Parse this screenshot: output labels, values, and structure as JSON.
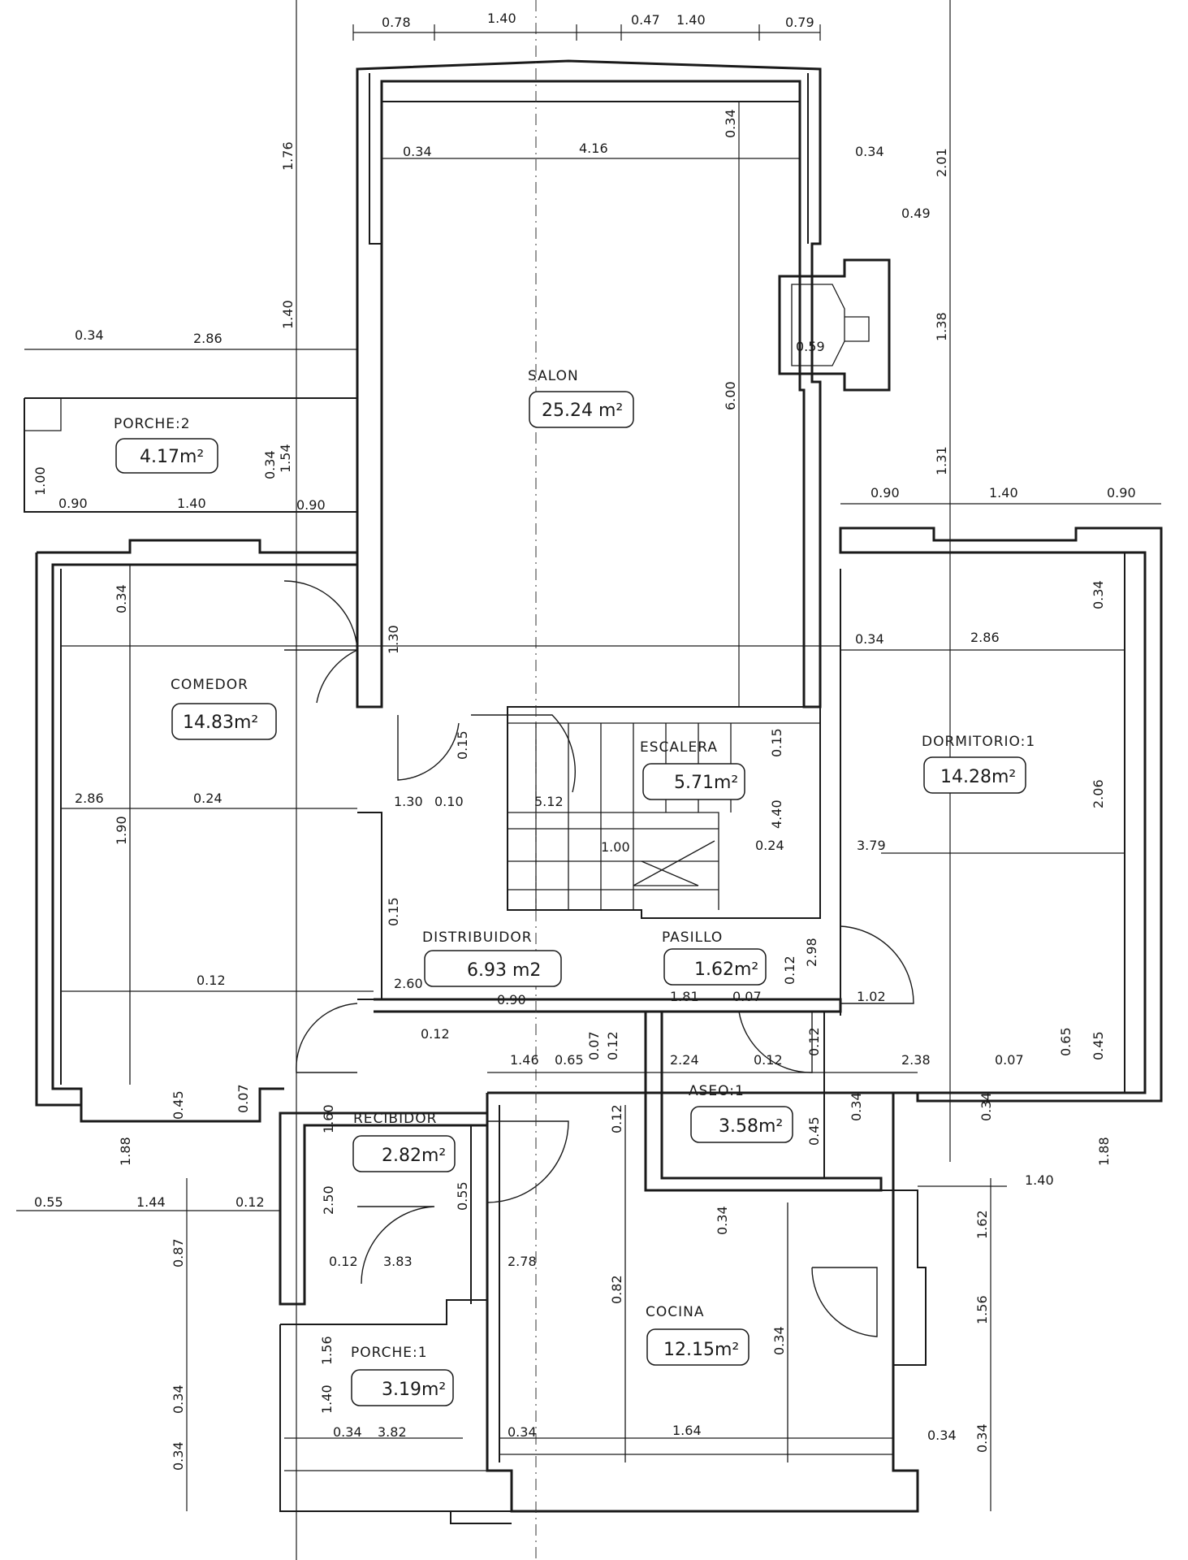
{
  "rooms": [
    {
      "name": "SALON",
      "area": "25.24 m²"
    },
    {
      "name": "PORCHE:2",
      "area": "4.17m²"
    },
    {
      "name": "COMEDOR",
      "area": "14.83m²"
    },
    {
      "name": "ESCALERA",
      "area": "5.71m²"
    },
    {
      "name": "DORMITORIO:1",
      "area": "14.28m²"
    },
    {
      "name": "DISTRIBUIDOR",
      "area": "6.93 m2"
    },
    {
      "name": "PASILLO",
      "area": "1.62m²"
    },
    {
      "name": "ASEO:1",
      "area": "3.58m²"
    },
    {
      "name": "RECIBIDOR",
      "area": "2.82m²"
    },
    {
      "name": "COCINA",
      "area": "12.15m²"
    },
    {
      "name": "PORCHE:1",
      "area": "3.19m²"
    }
  ],
  "dimensions": [
    "0.78",
    "1.40",
    "0.47",
    "1.40",
    "0.79",
    "1.76",
    "0.34",
    "4.16",
    "0.34",
    "0.34",
    "2.01",
    "0.49",
    "1.40",
    "0.59",
    "1.38",
    "6.00",
    "0.34",
    "2.86",
    "1.54",
    "0.34",
    "1.00",
    "0.90",
    "1.40",
    "0.90",
    "1.31",
    "0.90",
    "1.40",
    "0.90",
    "0.34",
    "1.30",
    "0.34",
    "2.86",
    "0.15",
    "0.15",
    "0.34",
    "2.86",
    "0.24",
    "1.30",
    "0.10",
    "5.12",
    "1.90",
    "4.40",
    "2.06",
    "1.00",
    "0.24",
    "3.79",
    "0.15",
    "2.98",
    "0.12",
    "2.60",
    "0.90",
    "0.12",
    "1.81",
    "0.07",
    "1.02",
    "0.12",
    "1.46",
    "0.65",
    "0.07",
    "0.12",
    "2.24",
    "0.12",
    "0.12",
    "2.38",
    "0.07",
    "0.65",
    "0.45",
    "0.45",
    "0.07",
    "0.12",
    "1.60",
    "0.45",
    "0.34",
    "0.34",
    "1.88",
    "1.88",
    "2.50",
    "0.55",
    "1.40",
    "0.55",
    "1.44",
    "0.12",
    "0.87",
    "0.34",
    "1.62",
    "0.12",
    "3.83",
    "2.78",
    "0.82",
    "0.34",
    "1.56",
    "1.56",
    "0.34",
    "1.40",
    "0.34",
    "3.82",
    "0.34",
    "1.64",
    "0.34",
    "0.34",
    "0.34"
  ]
}
